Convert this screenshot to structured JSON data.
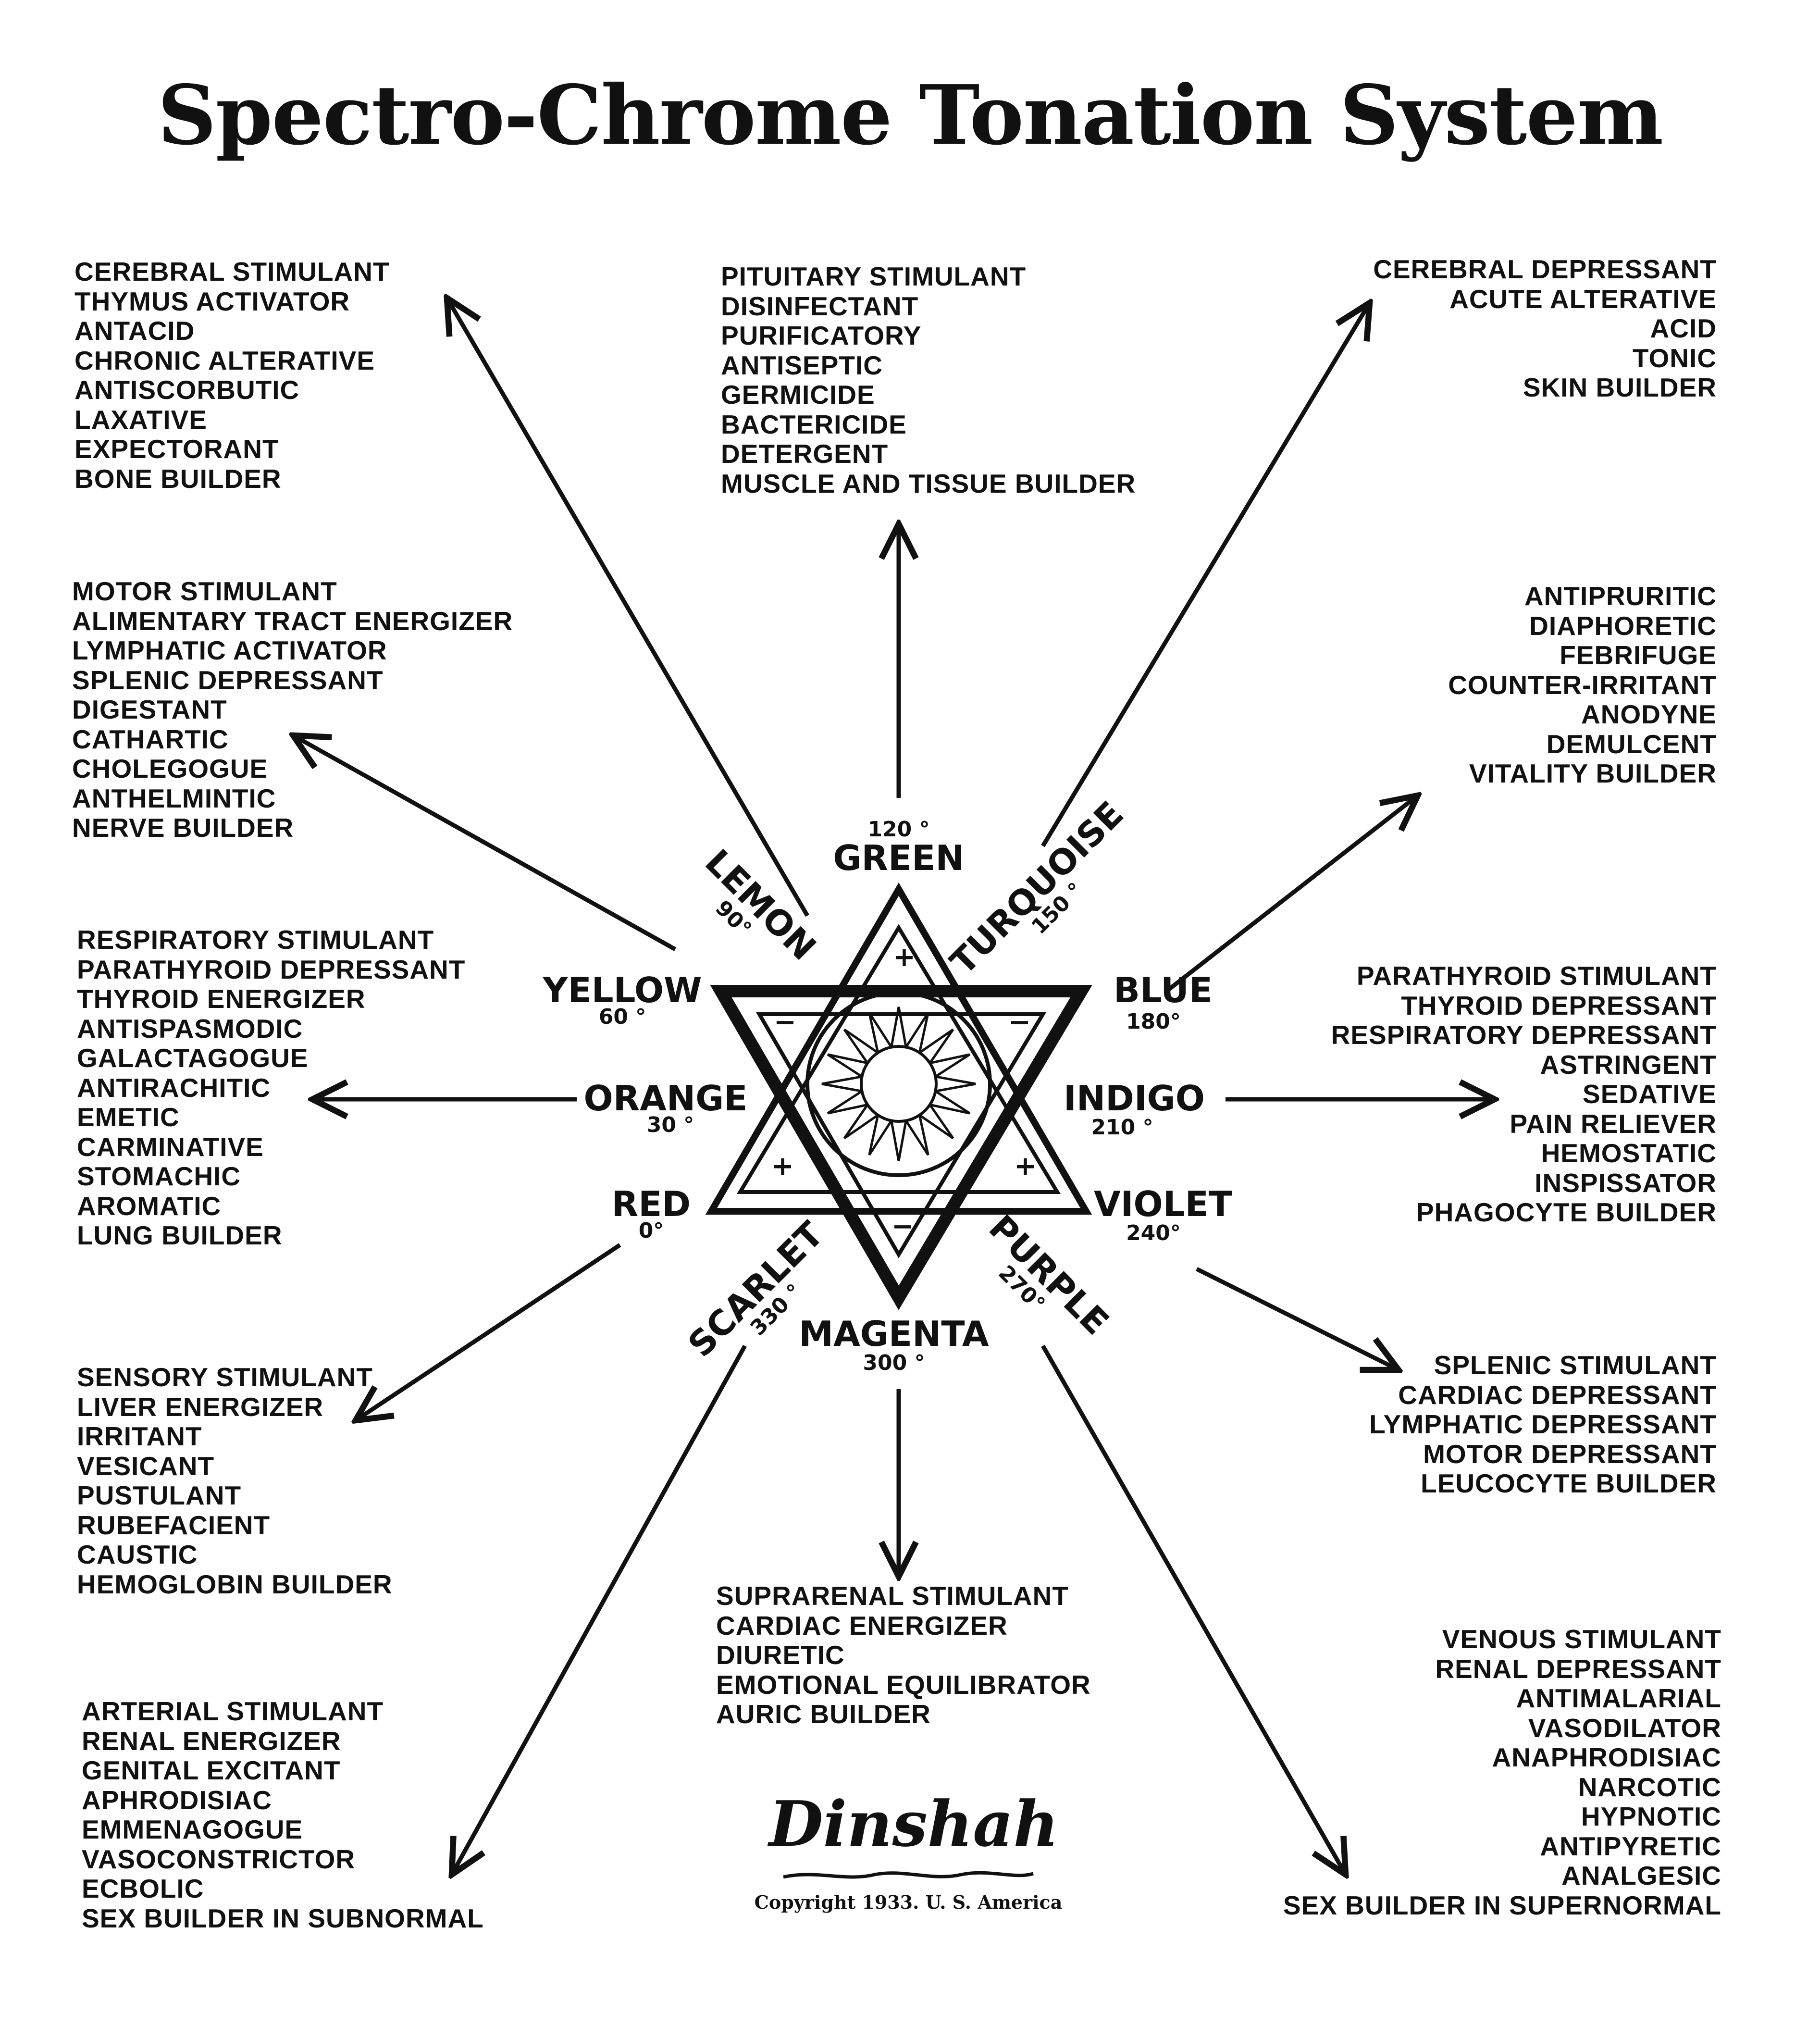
{
  "title": "Spectro-Chrome Tonation System",
  "colors": {
    "ink": "#111111",
    "background": "#ffffff"
  },
  "hub": {
    "red": {
      "name": "RED",
      "degree": "0°"
    },
    "orange": {
      "name": "ORANGE",
      "degree": "30 °"
    },
    "yellow": {
      "name": "YELLOW",
      "degree": "60 °"
    },
    "lemon": {
      "name": "LEMON",
      "degree": "90°"
    },
    "green": {
      "name": "GREEN",
      "degree": "120 °"
    },
    "turquoise": {
      "name": "TURQUOISE",
      "degree": "150 °"
    },
    "blue": {
      "name": "BLUE",
      "degree": "180°"
    },
    "indigo": {
      "name": "INDIGO",
      "degree": "210 °"
    },
    "violet": {
      "name": "VIOLET",
      "degree": "240°"
    },
    "purple": {
      "name": "PURPLE",
      "degree": "270°"
    },
    "magenta": {
      "name": "MAGENTA",
      "degree": "300 °"
    },
    "scarlet": {
      "name": "SCARLET",
      "degree": "330 °"
    },
    "signs": {
      "plus": "+",
      "minus": "−"
    }
  },
  "blocks": {
    "lemon": [
      "CEREBRAL STIMULANT",
      "THYMUS ACTIVATOR",
      "ANTACID",
      "CHRONIC ALTERATIVE",
      "ANTISCORBUTIC",
      "LAXATIVE",
      "EXPECTORANT",
      "BONE BUILDER"
    ],
    "green": [
      "PITUITARY STIMULANT",
      "DISINFECTANT",
      "PURIFICATORY",
      "ANTISEPTIC",
      "GERMICIDE",
      "BACTERICIDE",
      "DETERGENT",
      "MUSCLE AND TISSUE BUILDER"
    ],
    "turquoise": [
      "CEREBRAL DEPRESSANT",
      "ACUTE ALTERATIVE",
      "ACID",
      "TONIC",
      "SKIN BUILDER"
    ],
    "yellow": [
      "MOTOR STIMULANT",
      "ALIMENTARY TRACT ENERGIZER",
      "LYMPHATIC ACTIVATOR",
      "SPLENIC DEPRESSANT",
      "DIGESTANT",
      "CATHARTIC",
      "CHOLEGOGUE",
      "ANTHELMINTIC",
      "NERVE BUILDER"
    ],
    "blue": [
      "ANTIPRURITIC",
      "DIAPHORETIC",
      "FEBRIFUGE",
      "COUNTER-IRRITANT",
      "ANODYNE",
      "DEMULCENT",
      "VITALITY BUILDER"
    ],
    "orange": [
      "RESPIRATORY STIMULANT",
      "PARATHYROID DEPRESSANT",
      "THYROID ENERGIZER",
      "ANTISPASMODIC",
      "GALACTAGOGUE",
      "ANTIRACHITIC",
      "EMETIC",
      "CARMINATIVE",
      "STOMACHIC",
      "AROMATIC",
      "LUNG BUILDER"
    ],
    "indigo": [
      "PARATHYROID STIMULANT",
      "THYROID DEPRESSANT",
      "RESPIRATORY DEPRESSANT",
      "ASTRINGENT",
      "SEDATIVE",
      "PAIN RELIEVER",
      "HEMOSTATIC",
      "INSPISSATOR",
      "PHAGOCYTE BUILDER"
    ],
    "red": [
      "SENSORY STIMULANT",
      "LIVER ENERGIZER",
      "IRRITANT",
      "VESICANT",
      "PUSTULANT",
      "RUBEFACIENT",
      "CAUSTIC",
      "HEMOGLOBIN BUILDER"
    ],
    "violet": [
      "SPLENIC STIMULANT",
      "CARDIAC DEPRESSANT",
      "LYMPHATIC DEPRESSANT",
      "MOTOR DEPRESSANT",
      "LEUCOCYTE BUILDER"
    ],
    "magenta": [
      "SUPRARENAL STIMULANT",
      "CARDIAC ENERGIZER",
      "DIURETIC",
      "EMOTIONAL EQUILIBRATOR",
      "AURIC BUILDER"
    ],
    "scarlet": [
      "ARTERIAL STIMULANT",
      "RENAL ENERGIZER",
      "GENITAL EXCITANT",
      "APHRODISIAC",
      "EMMENAGOGUE",
      "VASOCONSTRICTOR",
      "ECBOLIC",
      "SEX BUILDER IN SUBNORMAL"
    ],
    "purple": [
      "VENOUS STIMULANT",
      "RENAL DEPRESSANT",
      "ANTIMALARIAL",
      "VASODILATOR",
      "ANAPHRODISIAC",
      "NARCOTIC",
      "HYPNOTIC",
      "ANTIPYRETIC",
      "ANALGESIC",
      "SEX BUILDER IN SUPERNORMAL"
    ]
  },
  "signature": "Dinshah",
  "copyright": "Copyright 1933. U. S. America"
}
